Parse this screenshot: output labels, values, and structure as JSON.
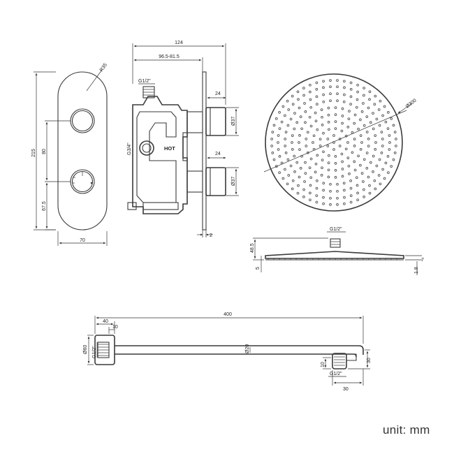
{
  "valve_front": {
    "dims": {
      "radius": "R35",
      "height": "215",
      "spacing_top": "80",
      "spacing_bottom": "67.5",
      "width": "70"
    }
  },
  "valve_side": {
    "dims": {
      "overall_depth": "124",
      "adjust_range": "96.5-81.5",
      "inlet_thread": "G1/2\"",
      "outlet_thread": "G3/4\"",
      "knob_projection_top": "24",
      "knob_projection_bottom": "24",
      "knob_dia_top": "Ø37",
      "knob_dia_bottom": "Ø37",
      "plate_thickness": "2"
    },
    "hot_label": "HOT"
  },
  "shower_head_top": {
    "diameter": "Ø300"
  },
  "shower_head_side": {
    "dims": {
      "thread": "G1/2\"",
      "height": "48.5",
      "thickness_left": "5",
      "thickness_right": "7",
      "thickness_small": "1.8"
    }
  },
  "shower_arm": {
    "dims": {
      "length": "400",
      "flange_depth": "40",
      "flange_step": "10",
      "flange_dia": "Ø60",
      "inlet_thread": "G1/2\"",
      "pipe_dia": "Ø20",
      "drop": "30",
      "outlet_height": "10",
      "outlet_thread": "G1/2\"",
      "outlet_width": "30"
    }
  },
  "unit_label": "unit: mm"
}
